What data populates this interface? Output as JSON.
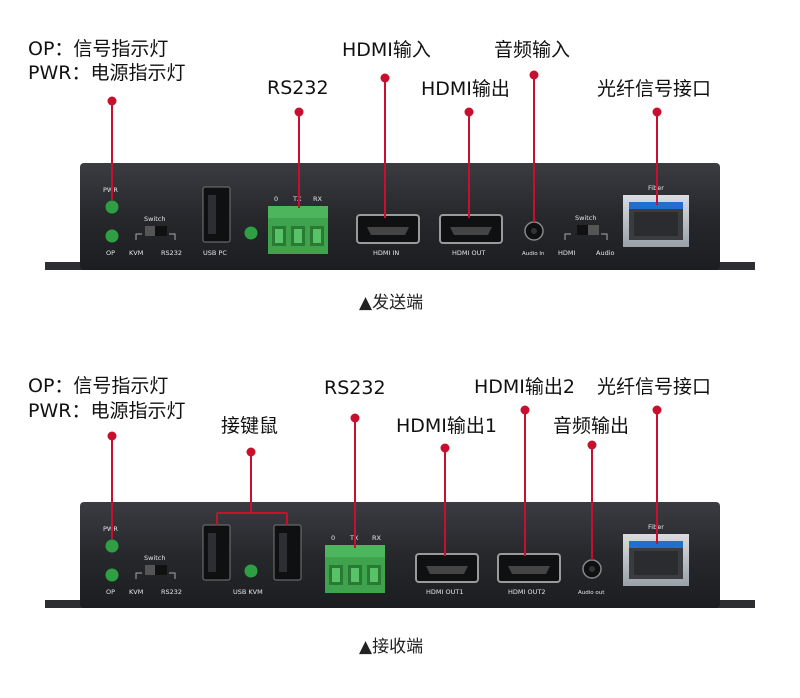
{
  "sender": {
    "callouts": {
      "op": "OP：信号指示灯",
      "pwr": "PWR：电源指示灯",
      "rs232": "RS232",
      "hdmi_in": "HDMI输入",
      "hdmi_out": "HDMI输出",
      "audio_in": "音频输入",
      "fiber": "光纤信号接口"
    },
    "panel": {
      "pwr": "PWR",
      "op": "OP",
      "switch": "Switch",
      "kvm": "KVM",
      "rs232": "RS232",
      "usb_pc": "USB PC",
      "term_0": "0",
      "term_tx": "TX",
      "term_rx": "RX",
      "hdmi_in": "HDMI IN",
      "hdmi_out": "HDMI OUT",
      "audio_in": "Audio In",
      "switch2": "Switch",
      "hdmi": "HDMI",
      "audio": "Audio",
      "fiber": "Fiber"
    },
    "caption": "▲发送端"
  },
  "receiver": {
    "callouts": {
      "op": "OP：信号指示灯",
      "pwr": "PWR：电源指示灯",
      "kb_mouse": "接键鼠",
      "rs232": "RS232",
      "hdmi_out1": "HDMI输出1",
      "hdmi_out2": "HDMI输出2",
      "audio_out": "音频输出",
      "fiber": "光纤信号接口"
    },
    "panel": {
      "pwr": "PWR",
      "op": "OP",
      "switch": "Switch",
      "kvm": "KVM",
      "rs232": "RS232",
      "usb_kvm": "USB KVM",
      "term_0": "0",
      "term_tx": "TX",
      "term_rx": "RX",
      "hdmi_out1": "HDMI OUT1",
      "hdmi_out2": "HDMI OUT2",
      "audio_out": "Audio out",
      "fiber": "Fiber"
    },
    "caption": "▲接收端"
  },
  "colors": {
    "device": "#25272b",
    "accent_line": "#c8102e",
    "led": "#2ea043",
    "terminal": "#3fa34d",
    "fiber_blue": "#1f6fd1"
  }
}
